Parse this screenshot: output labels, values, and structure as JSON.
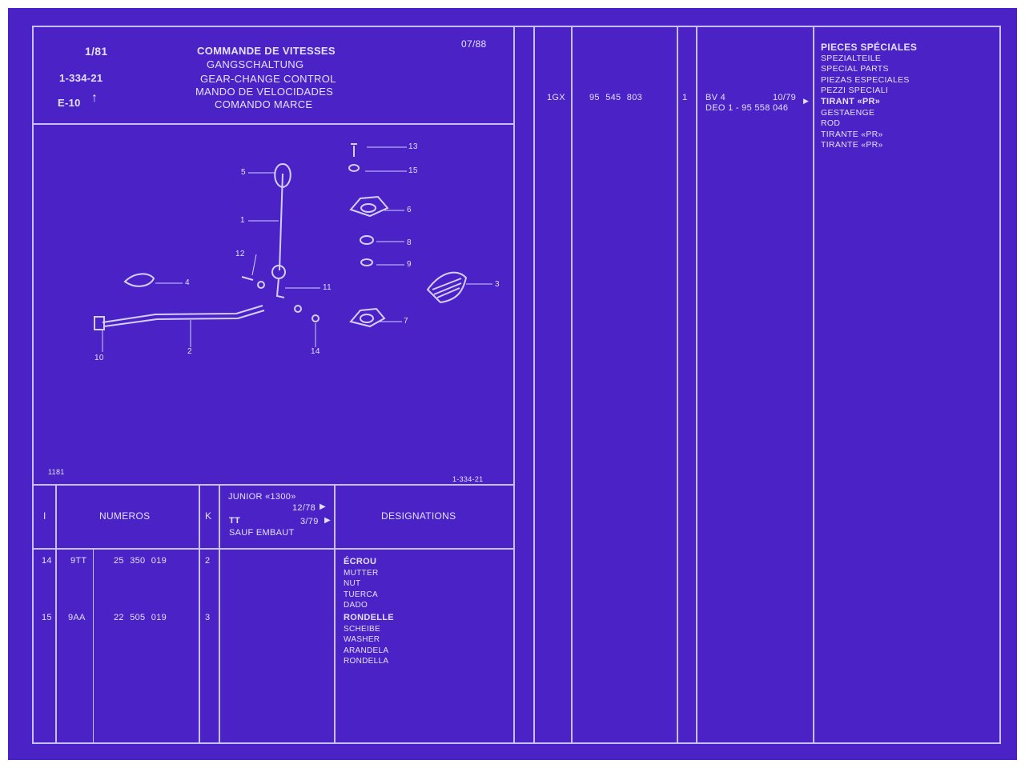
{
  "header": {
    "code_top": "1/81",
    "code_mid": "1-334-21",
    "code_bottom": "E-10",
    "date": "07/88",
    "title_fr": "COMMANDE DE VITESSES",
    "title_de": "GANGSCHALTUNG",
    "title_en": "GEAR-CHANGE CONTROL",
    "title_es": "MANDO DE VELOCIDADES",
    "title_it": "COMANDO MARCE"
  },
  "diagram": {
    "callouts": [
      "13",
      "15",
      "5",
      "6",
      "1",
      "8",
      "12",
      "9",
      "4",
      "11",
      "3",
      "7",
      "2",
      "10",
      "14"
    ],
    "footer_left": "1181",
    "footer_right": "1-334-21"
  },
  "table": {
    "headers": {
      "index": "I",
      "numbers": "NUMEROS",
      "k": "K",
      "designations": "DESIGNATIONS"
    },
    "applicability": {
      "line1": "JUNIOR «1300»",
      "line1_date": "12/78",
      "line2": "TT",
      "line2_date": "3/79",
      "line3": "SAUF EMBAUT"
    },
    "rows": [
      {
        "index": "14",
        "code": "9TT",
        "number": "25 350 019",
        "k": "2",
        "designations": [
          "ÉCROU",
          "MUTTER",
          "NUT",
          "TUERCA",
          "DADO"
        ]
      },
      {
        "index": "15",
        "code": "9AA",
        "number": "22 505 019",
        "k": "3",
        "designations": [
          "RONDELLE",
          "SCHEIBE",
          "WASHER",
          "ARANDELA",
          "RONDELLA"
        ]
      }
    ]
  },
  "special": {
    "code": "1GX",
    "number": "95 545 803",
    "qty": "1",
    "model": "BV 4",
    "date": "10/79",
    "note": "DEO 1 - 95 558 046",
    "title_lines": [
      "PIECES SPÉCIALES",
      "SPEZIALTEILE",
      "SPECIAL PARTS",
      "PIEZAS ESPECIALES",
      "PEZZI SPECIALI"
    ],
    "part_lines": [
      "TIRANT «PR»",
      "GESTAENGE",
      "ROD",
      "TIRANTE «PR»",
      "TIRANTE «PR»"
    ]
  },
  "colors": {
    "background": "#4a22c6",
    "ink": "#e6e0ff",
    "rule": "#c8bfff"
  }
}
